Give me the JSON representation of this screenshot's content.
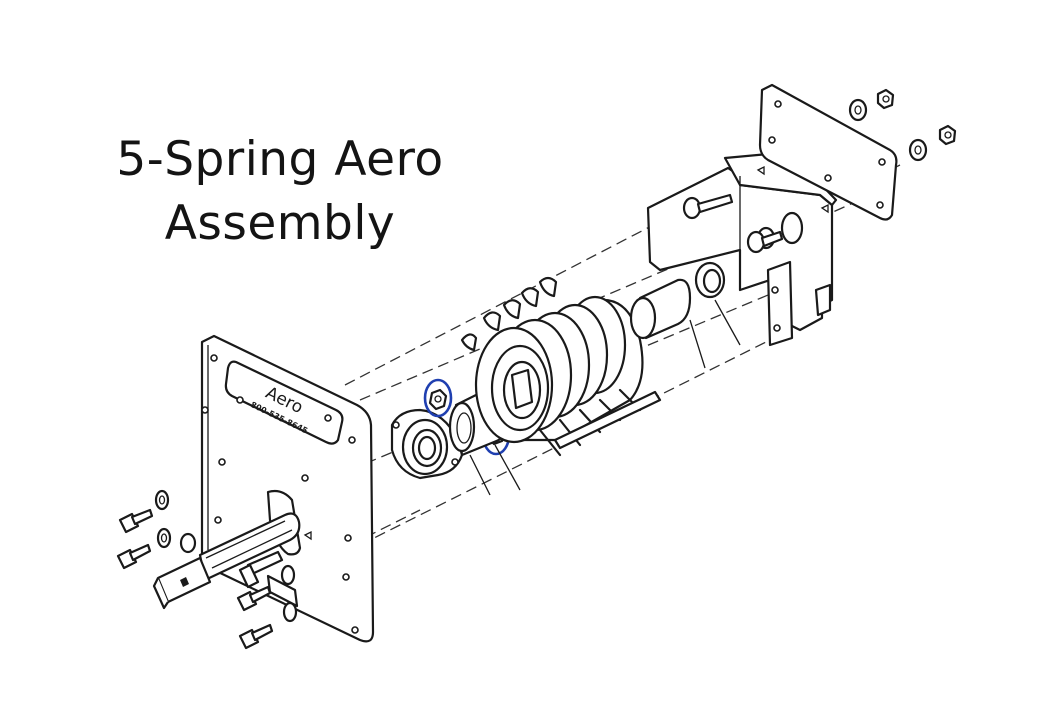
{
  "diagram": {
    "title_line1": "5-Spring Aero",
    "title_line2": "Assembly",
    "plate_brand": "Aero",
    "plate_phone": "800-535-8645",
    "highlight_color": "#1f3fb0"
  }
}
